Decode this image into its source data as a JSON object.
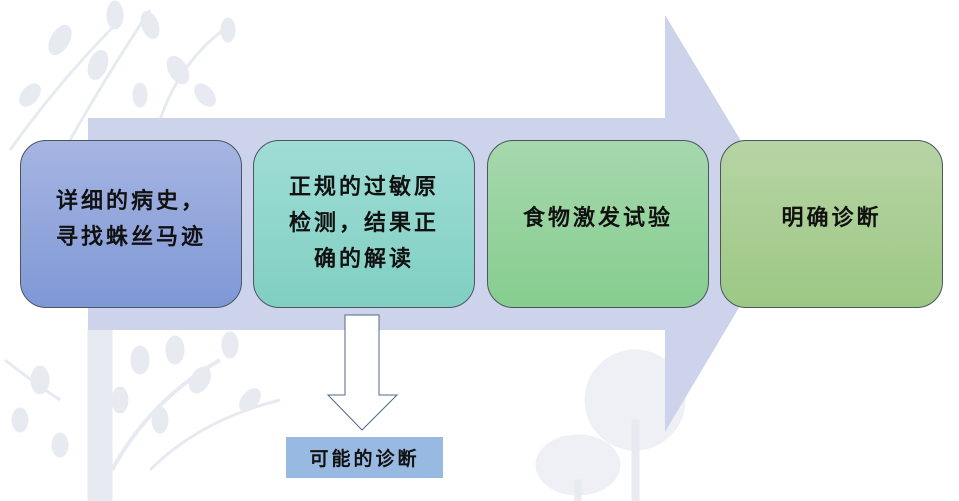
{
  "diagram": {
    "steps": [
      {
        "text": "详细的病史，\n寻找蛛丝马迹",
        "color": "#92a7dc"
      },
      {
        "text": "正规的过敏原\n检测，结果正\n确的解读",
        "color": "#8fd6cc"
      },
      {
        "text": "食物激发试验",
        "color": "#96d39e"
      },
      {
        "text": "明确诊断",
        "color": "#aace94"
      }
    ],
    "branch_label": "可能的诊断",
    "colors": {
      "main_arrow": "#cdd3ea",
      "branch_label_bg": "#97b9e2",
      "background_motif": "#e6e8ef"
    },
    "icons": {
      "main_arrow": "right-arrow-icon",
      "branch_arrow": "down-arrow-icon"
    }
  }
}
